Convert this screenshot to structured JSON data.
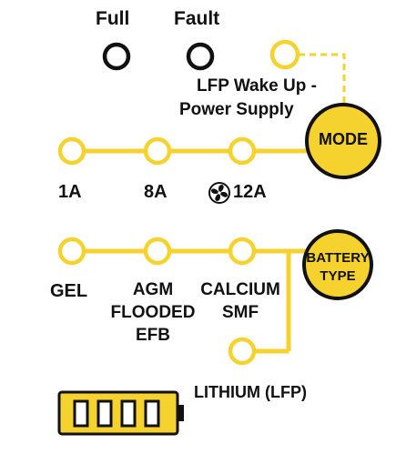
{
  "colors": {
    "yellow": "#f6d22e",
    "stroke": "#111111",
    "led_fill": "#ffffff"
  },
  "indicators": {
    "full_label": "Full",
    "fault_label": "Fault"
  },
  "power": {
    "wake_line1": "LFP Wake Up -",
    "wake_line2": "Power Supply"
  },
  "mode": {
    "button_label": "MODE",
    "options": [
      "1A",
      "8A",
      "12A"
    ],
    "fan_icon": "fan-icon"
  },
  "battery_type": {
    "button_line1": "BATTERY",
    "button_line2": "TYPE",
    "gel": "GEL",
    "agm_lines": [
      "AGM",
      "FLOODED",
      "EFB"
    ],
    "calcium_lines": [
      "CALCIUM",
      "SMF"
    ],
    "lithium": "LITHIUM (LFP)"
  },
  "charge_level": {
    "segments": 4,
    "icon": "battery-level-icon"
  }
}
